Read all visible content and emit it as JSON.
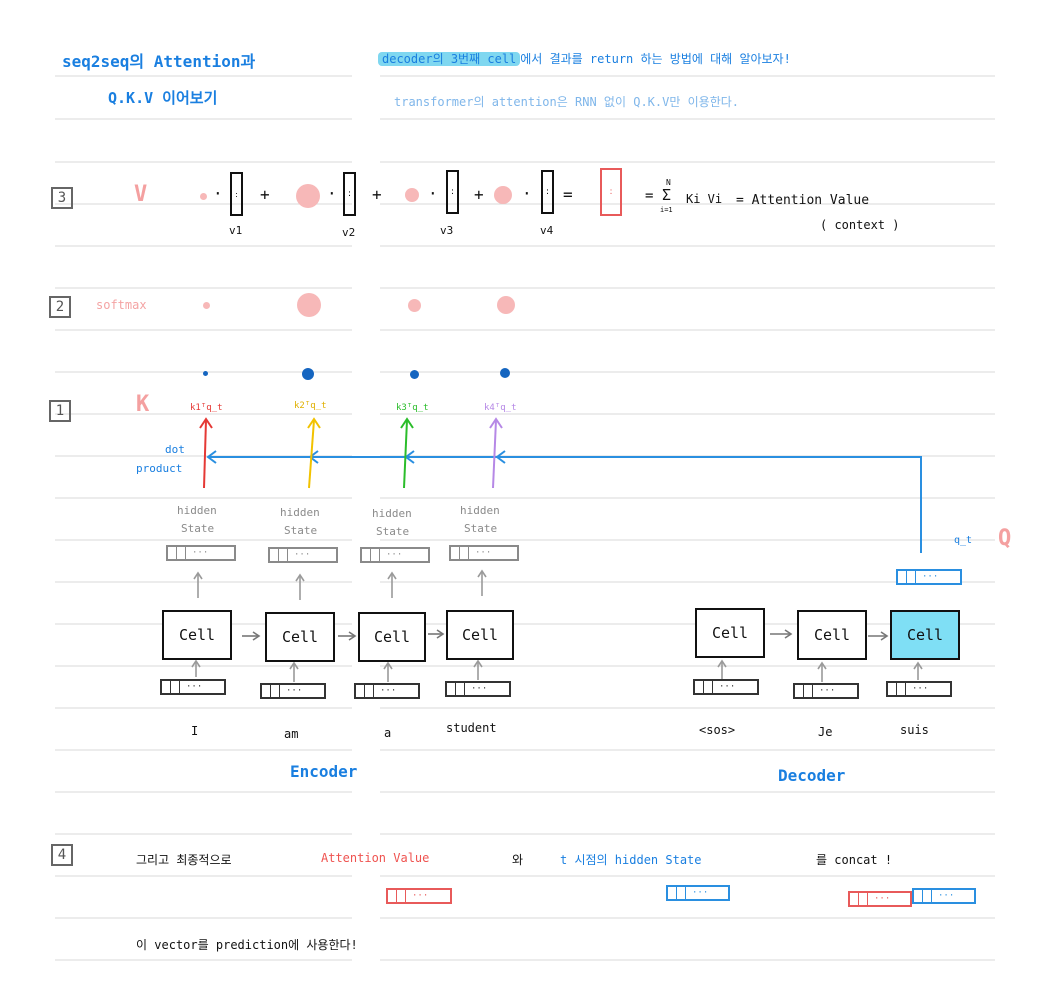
{
  "header": {
    "title_line1": "seq2seq의 Attention과",
    "title_line2": "Q.K.V 이어보기",
    "note_highlight": "decoder의 3번째 cell",
    "note_rest": "에서 결과를 return 하는 방법에 대해 알아보자!",
    "note_line2": "transformer의 attention은 RNN 없이 Q.K.V만 이용한다."
  },
  "step3": {
    "number": "3",
    "v_label": "V",
    "v_names": [
      "v1",
      "v2",
      "v3",
      "v4"
    ],
    "dot_op": "·",
    "plus": "+",
    "equals": "=",
    "sum_top": "N",
    "sum_sym": "Σ",
    "sum_bottom": "i=1",
    "sum_term": "Ki Vi",
    "result_label": "= Attention Value",
    "result_sub": "( context )"
  },
  "step2": {
    "number": "2",
    "label": "softmax"
  },
  "step1": {
    "number": "1",
    "k_label": "K",
    "k_terms": [
      "k1ᵀq_t",
      "k2ᵀq_t",
      "k3ᵀq_t",
      "k4ᵀq_t"
    ],
    "dot_product_l1": "dot",
    "dot_product_l2": "product",
    "q_small": "q_t",
    "q_label": "Q"
  },
  "encoder": {
    "hidden_l1": "hidden",
    "hidden_l2": "State",
    "cell_label": "Cell",
    "words": [
      "I",
      "am",
      "a",
      "student"
    ],
    "title": "Encoder"
  },
  "decoder": {
    "cell_label": "Cell",
    "words": [
      "<sos>",
      "Je",
      "suis"
    ],
    "title": "Decoder"
  },
  "vector_dots": "···",
  "step4": {
    "number": "4",
    "text_a": "그리고 최종적으로",
    "text_b": "Attention Value",
    "text_c": "와",
    "text_d": "t 시점의 hidden State",
    "text_e": "를 concat !",
    "line2": "이 vector를 prediction에 사용한다!"
  },
  "colors": {
    "blue": "#1a7fe0",
    "red": "#ef5350",
    "pink": "#f4a3a3",
    "k1": "#e53935",
    "k2": "#f2c200",
    "k3": "#2bbd2b",
    "k4": "#b688e6",
    "active_cell": "#7fdff5"
  }
}
